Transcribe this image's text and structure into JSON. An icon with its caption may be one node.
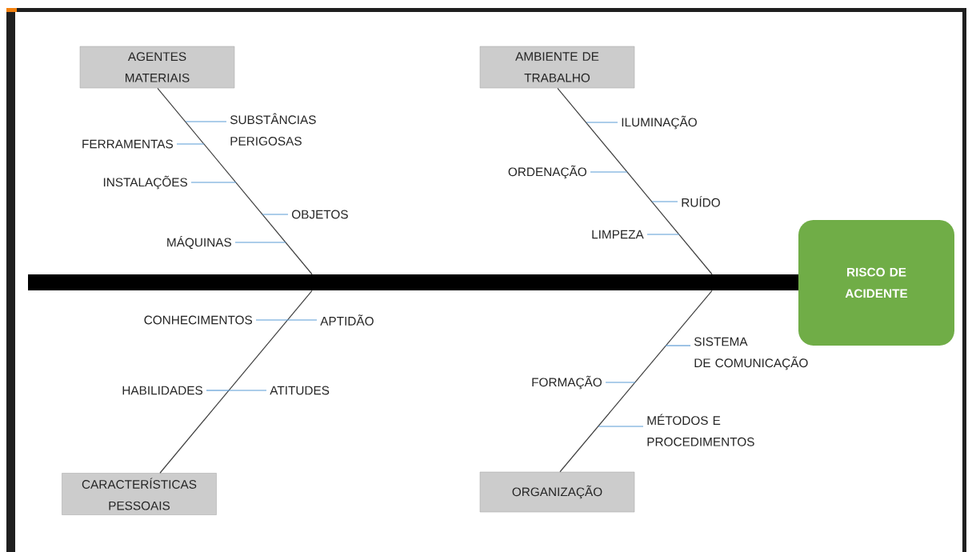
{
  "diagram": {
    "nodes": [
      {
        "text": [
          "AGENTES MATERIAIS"
        ]
      },
      {
        "text": [
          "AMBIENTE DE TRABALHO"
        ]
      },
      {
        "text": [
          "SUBSTÂNCIAS PERIGOSAS"
        ]
      },
      {
        "text": [
          "ILUMINAÇÃO"
        ]
      },
      {
        "text": [
          "FERRAMENTAS"
        ]
      },
      {
        "text": [
          "ORDENAÇÃO"
        ]
      },
      {
        "text": [
          "INSTALAÇÕES"
        ]
      },
      {
        "text": [
          "RUÍDO"
        ]
      },
      {
        "text": [
          "OBJETOS"
        ]
      },
      {
        "text": [
          "LIMPEZA"
        ]
      },
      {
        "text": [
          "MÁQUINAS"
        ]
      },
      {
        "text": [],
        "shape": "bar"
      },
      {
        "text": [
          "RISCO DE ACIDENTE"
        ]
      },
      {
        "text": [
          "CONHECIMENTOS"
        ]
      },
      {
        "text": [
          "APTIDÃO"
        ]
      },
      {
        "text": [
          "SISTEMA DE COMUNICAÇÃO"
        ]
      },
      {
        "text": [
          "FORMAÇÃO"
        ]
      },
      {
        "text": [
          "HABILIDADES"
        ]
      },
      {
        "text": [
          "ATITUDES"
        ]
      },
      {
        "text": [
          "MÉTODOS E PROCEDIMENTOS"
        ]
      },
      {
        "text": [
          "CARACTERÍSTICAS PESSOAIS"
        ]
      },
      {
        "text": [
          "ORGANIZAÇÃO"
        ]
      }
    ],
    "edges": [
      {
        "from": 0,
        "to": 11,
        "arrow": "none",
        "color": "#404040"
      },
      {
        "from": 1,
        "to": 11,
        "arrow": "none",
        "color": "#404040"
      },
      {
        "from": 20,
        "to": 11,
        "arrow": "none",
        "color": "#404040"
      },
      {
        "from": 21,
        "to": 11,
        "arrow": "none",
        "color": "#404040"
      },
      {
        "from": 2,
        "to": null,
        "arrow": "none"
      },
      {
        "from": 3,
        "to": null,
        "arrow": "none"
      },
      {
        "from": 4,
        "to": null,
        "arrow": "none"
      },
      {
        "from": 5,
        "to": null,
        "arrow": "none"
      },
      {
        "from": 6,
        "to": null,
        "arrow": "none"
      },
      {
        "from": 7,
        "to": null,
        "arrow": "none"
      },
      {
        "from": 8,
        "to": null,
        "arrow": "none"
      },
      {
        "from": 9,
        "to": null,
        "arrow": "none"
      },
      {
        "from": 10,
        "to": null,
        "arrow": "none"
      },
      {
        "from": 13,
        "to": null,
        "arrow": "none"
      },
      {
        "from": 14,
        "to": null,
        "arrow": "none"
      },
      {
        "from": 15,
        "to": null,
        "arrow": "none"
      },
      {
        "from": 16,
        "to": null,
        "arrow": "none"
      },
      {
        "from": 17,
        "to": null,
        "arrow": "none"
      },
      {
        "from": 18,
        "to": null,
        "arrow": "none"
      },
      {
        "from": 19,
        "to": null,
        "arrow": "none"
      }
    ]
  }
}
